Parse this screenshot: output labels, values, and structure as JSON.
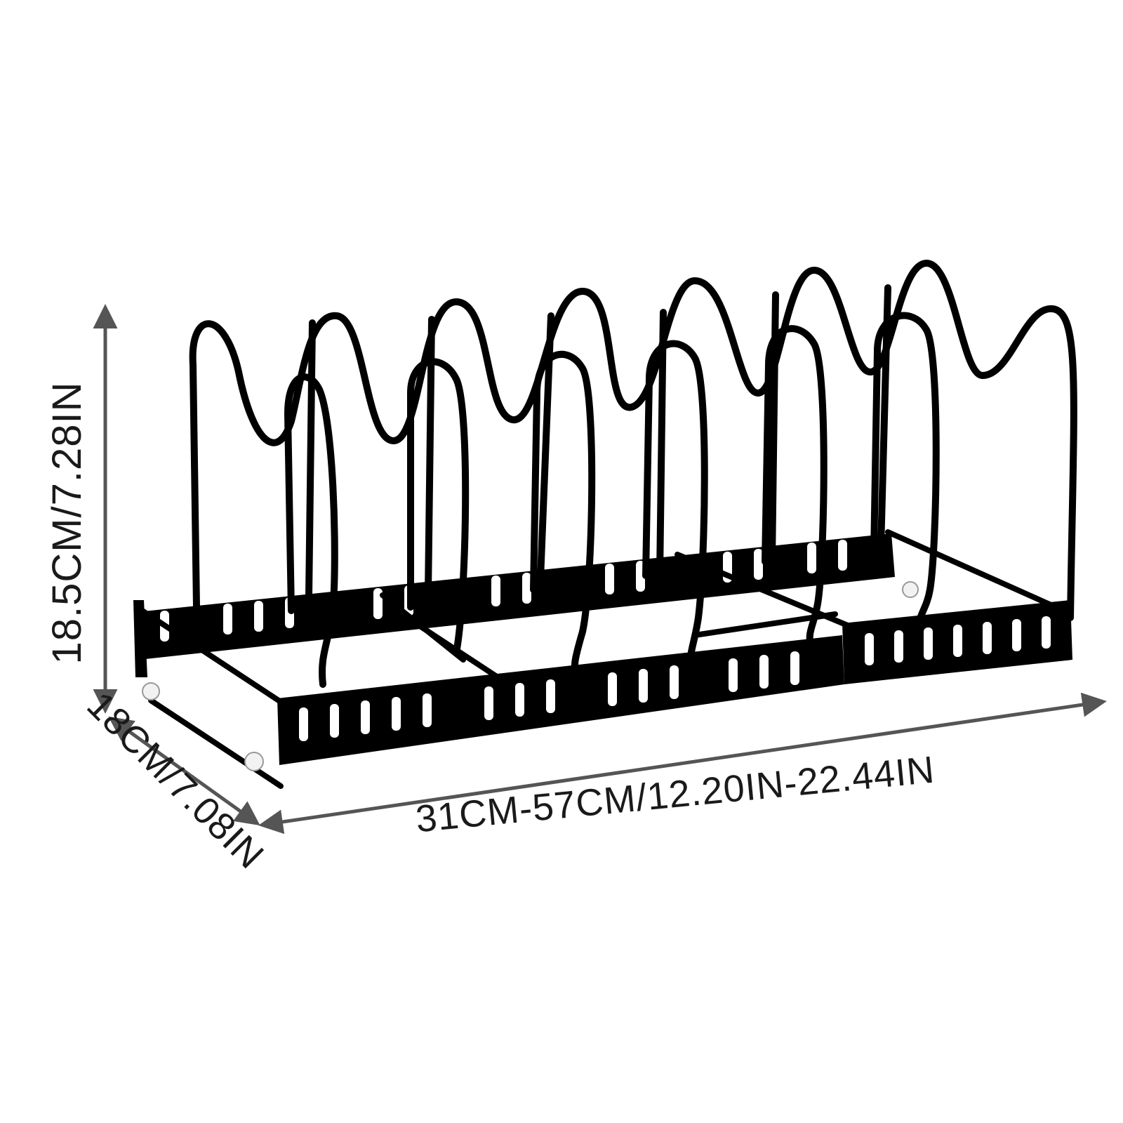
{
  "product": {
    "name_icon": "pot-lid-rack-illustration",
    "frame_color": "#000000",
    "background_color": "#ffffff",
    "arrow_color": "#555555"
  },
  "dimensions": {
    "height": "18.5CM/7.28IN",
    "depth": "18CM/7.08IN",
    "length": "31CM-57CM/12.20IN-22.44IN"
  }
}
